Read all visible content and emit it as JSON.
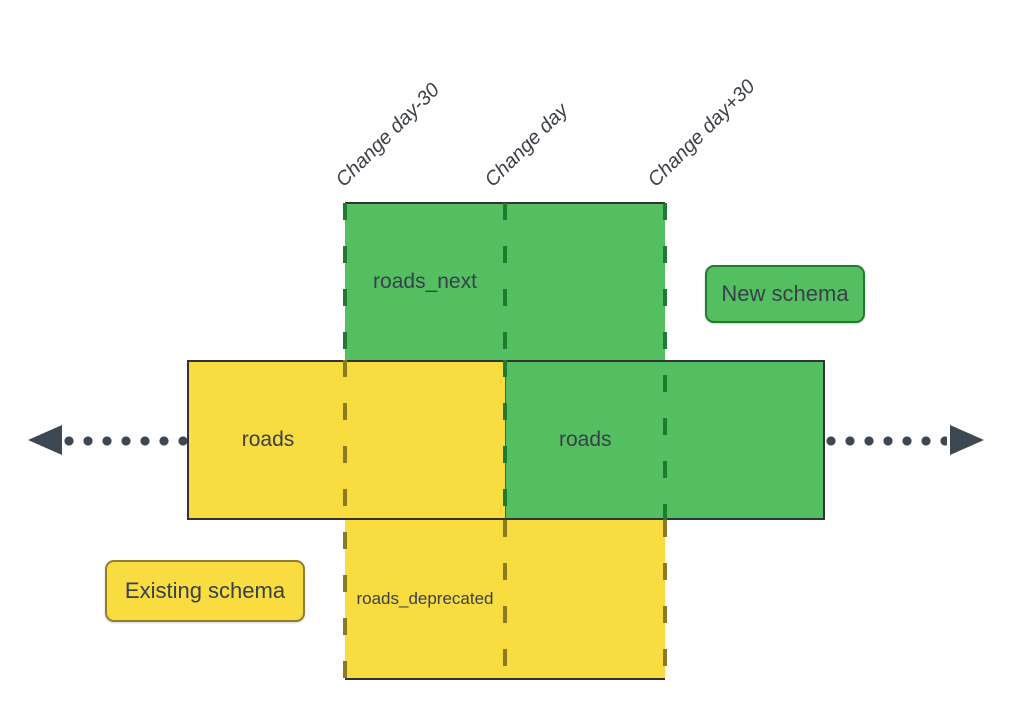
{
  "timeline": {
    "markers": [
      {
        "label": "Change day-30"
      },
      {
        "label": "Change day"
      },
      {
        "label": "Change day+30"
      }
    ],
    "axis_style": "dotted double-headed arrow"
  },
  "boxes": {
    "roads_next": {
      "label": "roads_next",
      "schema": "new"
    },
    "roads_existing": {
      "label": "roads",
      "schema": "existing"
    },
    "roads_new": {
      "label": "roads",
      "schema": "new"
    },
    "roads_deprecated": {
      "label": "roads_deprecated",
      "schema": "existing"
    }
  },
  "legend": {
    "new_schema": {
      "label": "New schema"
    },
    "existing_schema": {
      "label": "Existing schema"
    }
  },
  "colors": {
    "new_schema_fill": "#53bf61",
    "new_schema_border": "#1e7b2f",
    "existing_schema_fill": "#f8dc40",
    "existing_schema_border": "#8f7f33",
    "existing_dash": "#8a7a22",
    "outline": "#333333",
    "arrow": "#3e4852",
    "text": "#39404a",
    "background": "#ffffff"
  }
}
